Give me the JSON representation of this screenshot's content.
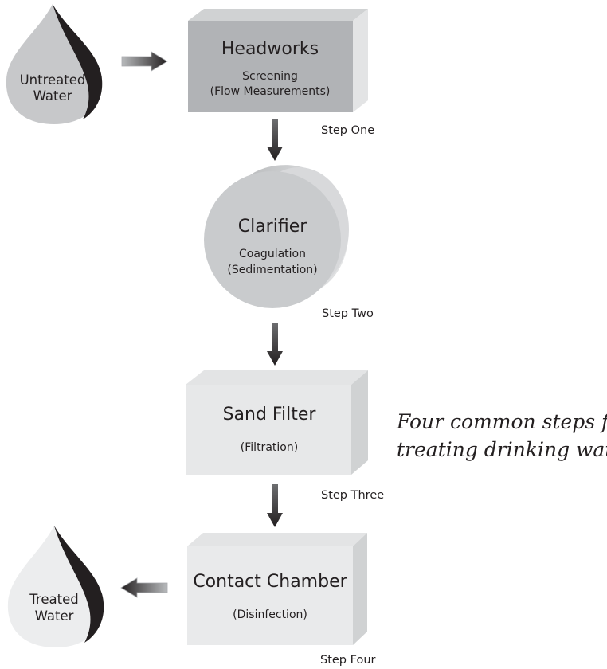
{
  "drops": {
    "input": {
      "line1": "Untreated",
      "line2": "Water"
    },
    "output": {
      "line1": "Treated",
      "line2": "Water"
    }
  },
  "stages": {
    "headworks": {
      "title": "Headworks",
      "sub1": "Screening",
      "sub2": "(Flow Measurements)",
      "step": "Step One"
    },
    "clarifier": {
      "title": "Clarifier",
      "sub1": "Coagulation",
      "sub2": "(Sedimentation)",
      "step": "Step Two"
    },
    "sand_filter": {
      "title": "Sand Filter",
      "sub1": "(Filtration)",
      "step": "Step Three"
    },
    "contact_chamber": {
      "title": "Contact Chamber",
      "sub1": "(Disinfection)",
      "step": "Step Four"
    }
  },
  "caption": {
    "line1": "Four common steps for",
    "line2": "treating drinking water"
  },
  "colors": {
    "headworks_front": "#b1b3b6",
    "headworks_top": "#d0d2d3",
    "headworks_side": "#e3e4e5",
    "clarifier_back": "#d8d9db",
    "clarifier_front": "#c9cbcd",
    "sand_front": "#e7e8e9",
    "contact_front": "#e9eaeb",
    "drop_untreated": "#c7c8ca",
    "drop_treated": "#ecedee",
    "drop_edge": "#231f20",
    "arrow": "#231f20"
  }
}
